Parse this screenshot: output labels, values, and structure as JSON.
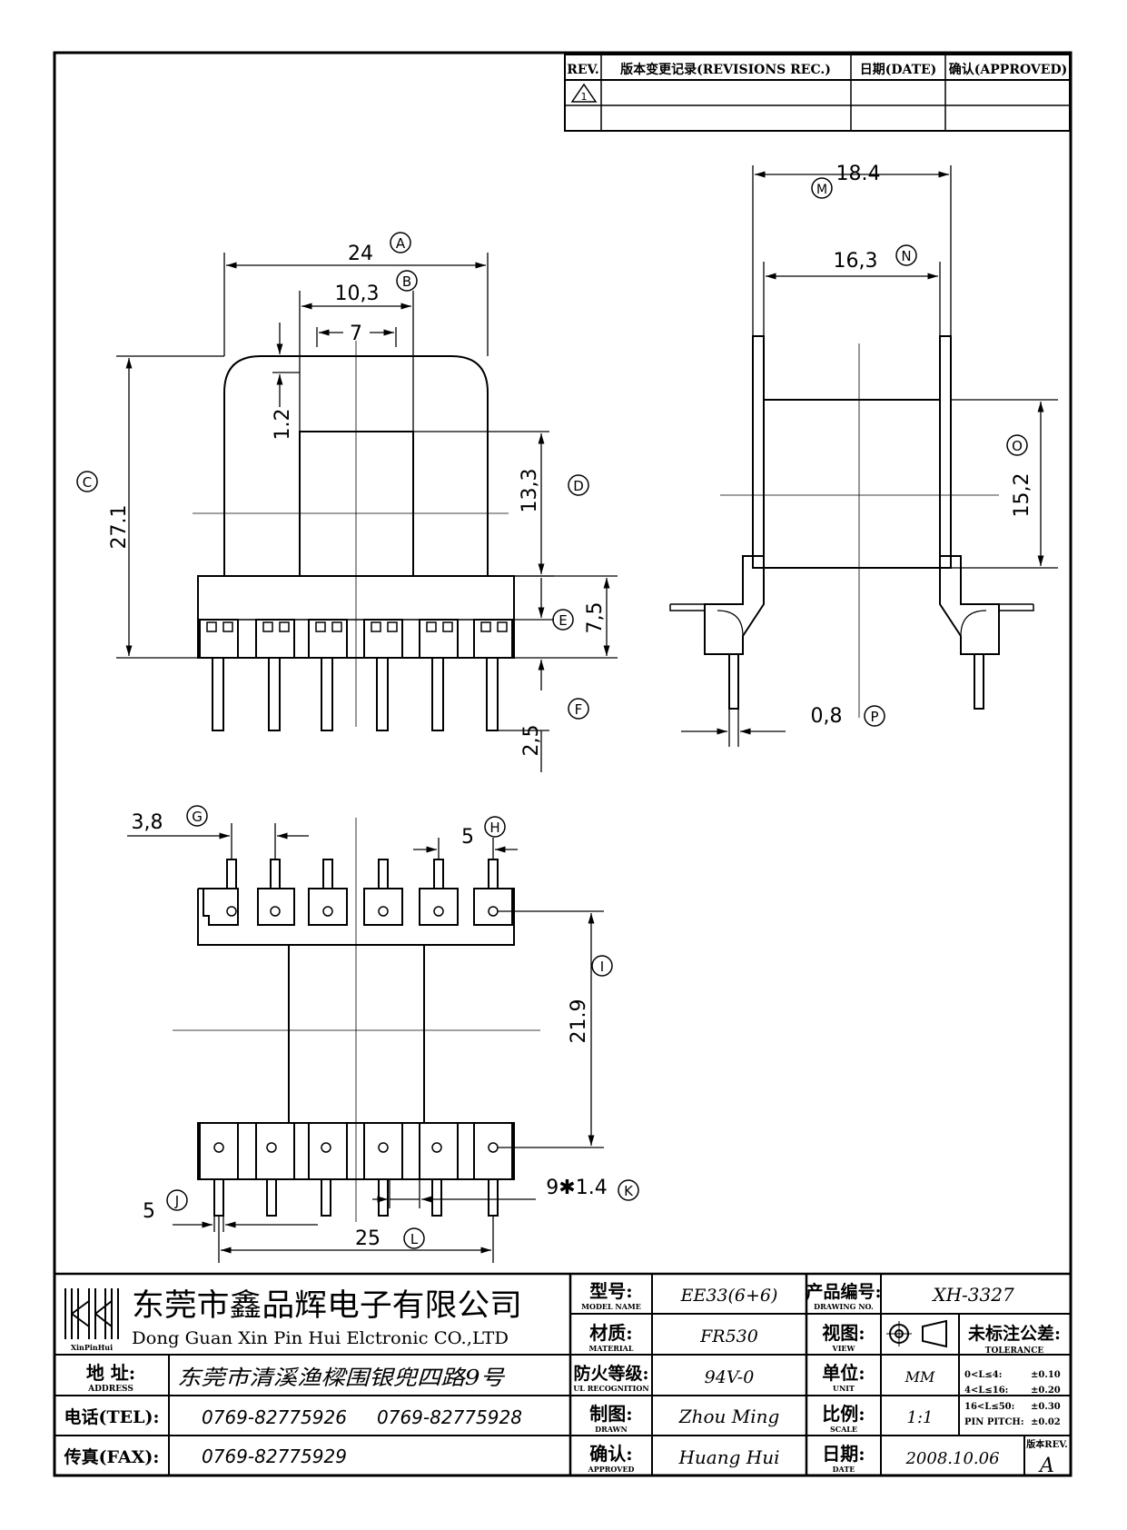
{
  "revision_table": {
    "rev_header": "REV.",
    "revisions_header": "版本变更记录(REVISIONS REC.)",
    "date_header": "日期(DATE)",
    "approved_header": "确认(APPROVED)",
    "rev_symbol": "1"
  },
  "front_view": {
    "dim_a": "24",
    "tag_a": "A",
    "dim_b": "10,3",
    "tag_b": "B",
    "dim_7": "7",
    "dim_1_2": "1.2",
    "dim_c": "27.1",
    "tag_c": "C",
    "dim_d": "13,3",
    "tag_d": "D",
    "dim_e": "7,5",
    "tag_e": "E",
    "dim_f": "2,5",
    "tag_f": "F"
  },
  "side_view": {
    "dim_m": "18.4",
    "tag_m": "M",
    "dim_n": "16,3",
    "tag_n": "N",
    "dim_o": "15,2",
    "tag_o": "O",
    "dim_p": "0,8",
    "tag_p": "P"
  },
  "bottom_view": {
    "dim_g": "3,8",
    "tag_g": "G",
    "dim_h": "5",
    "tag_h": "H",
    "dim_i": "21.9",
    "tag_i": "I",
    "dim_j": "5",
    "tag_j": "J",
    "dim_k": "9✱1.4",
    "tag_k": "K",
    "dim_l": "25",
    "tag_l": "L"
  },
  "title_block": {
    "logo_text": "XinPinHui",
    "company_cn": "东莞市鑫品辉电子有限公司",
    "company_en": "Dong Guan Xin Pin Hui Elctronic CO.,LTD",
    "address_label": "地 址:",
    "address_label_en": "ADDRESS",
    "address_value": "东莞市清溪渔樑围银兜四路9号",
    "tel_label": "电话(TEL):",
    "tel_value_1": "0769-82775926",
    "tel_value_2": "0769-82775928",
    "fax_label": "传真(FAX):",
    "fax_value": "0769-82775929",
    "model_label": "型号:",
    "model_label_en": "MODEL NAME",
    "model_value": "EE33(6+6)",
    "material_label": "材质:",
    "material_label_en": "MATERIAL",
    "material_value": "FR530",
    "flame_label": "防火等级:",
    "flame_label_en": "UL RECOGNITION",
    "flame_value": "94V-0",
    "drawn_label": "制图:",
    "drawn_label_en": "DRAWN",
    "drawn_value": "Zhou Ming",
    "approved_label": "确认:",
    "approved_label_en": "APPROVED",
    "approved_value": "Huang Hui",
    "drawing_no_label": "产品编号:",
    "drawing_no_label_en": "DRAWING NO.",
    "drawing_no_value": "XH-3327",
    "view_label": "视图:",
    "view_label_en": "VIEW",
    "unit_label": "单位:",
    "unit_label_en": "UNIT",
    "unit_value": "MM",
    "scale_label": "比例:",
    "scale_label_en": "SCALE",
    "scale_value": "1:1",
    "date_label": "日期:",
    "date_label_en": "DATE",
    "date_value": "2008.10.06",
    "tolerance_title": "未标注公差:",
    "tolerance_title_en": "TOLERANCE",
    "tolerances": [
      {
        "range": "0<L≤4:",
        "value": "±0.10"
      },
      {
        "range": "4<L≤16:",
        "value": "±0.20"
      },
      {
        "range": "16<L≤50:",
        "value": "±0.30"
      },
      {
        "range": "PIN PITCH:",
        "value": "±0.02"
      }
    ],
    "rev_label": "版本REV.",
    "rev_value": "A"
  }
}
